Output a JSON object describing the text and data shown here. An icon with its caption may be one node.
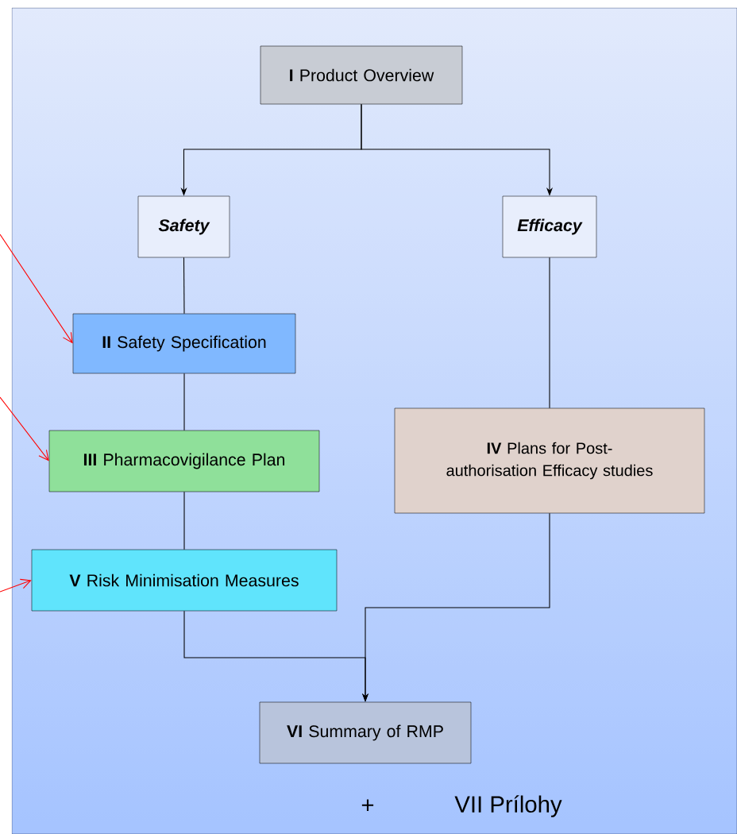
{
  "diagram": {
    "nodes": [
      {
        "text": [
          "**I** Product Overview"
        ]
      },
      {
        "text": [
          "Safety"
        ]
      },
      {
        "text": [
          "Efficacy"
        ]
      },
      {
        "text": [
          "**II** Safety Specification"
        ]
      },
      {
        "text": [
          "**III** Pharmacovigilance Plan"
        ]
      },
      {
        "text": [
          "**IV** Plans for Post-authorisation Efficacy studies"
        ]
      },
      {
        "text": [
          "**V** Risk Minimisation Measures"
        ]
      },
      {
        "text": [
          "**VI** Summary of RMP"
        ]
      }
    ],
    "edges": [
      {
        "from": 0,
        "to": 1,
        "arrow": "to"
      },
      {
        "from": 0,
        "to": 2,
        "arrow": "to"
      },
      {
        "from": 1,
        "to": 3,
        "arrow": "none"
      },
      {
        "from": 3,
        "to": 4,
        "arrow": "none"
      },
      {
        "from": 4,
        "to": 6,
        "arrow": "none"
      },
      {
        "from": 2,
        "to": 5,
        "arrow": "none"
      },
      {
        "from": 6,
        "to": 7,
        "arrow": "to"
      },
      {
        "from": 5,
        "to": 7,
        "arrow": "to"
      },
      {
        "from": null,
        "to": 3,
        "arrow": "to",
        "color": "#ff0000"
      },
      {
        "from": null,
        "to": 4,
        "arrow": "to",
        "color": "#ff0000"
      },
      {
        "from": null,
        "to": 6,
        "arrow": "to",
        "color": "#ff0000"
      }
    ],
    "labels": [
      "+",
      "VII Prílohy"
    ]
  }
}
